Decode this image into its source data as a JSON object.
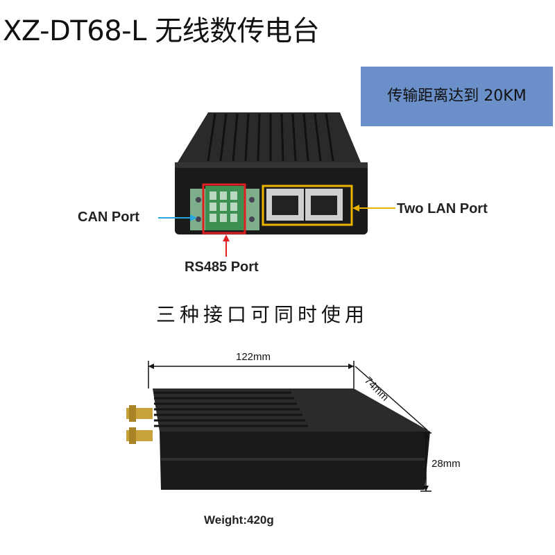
{
  "title": "XZ-DT68-L 无线数传电台",
  "range_badge": "传输距离达到 20KM",
  "ports": {
    "can": "CAN Port",
    "lan": "Two LAN Port",
    "rs485": "RS485 Port"
  },
  "caption": "三种接口可同时使用",
  "dimensions": {
    "length": "122mm",
    "width": "74mm",
    "height": "28mm"
  },
  "weight": "Weight:420g",
  "colors": {
    "badge_bg": "#6b8fc9",
    "rs485_highlight": "#e02020",
    "lan_highlight": "#e8b400",
    "arrow_blue": "#29a8e0"
  }
}
